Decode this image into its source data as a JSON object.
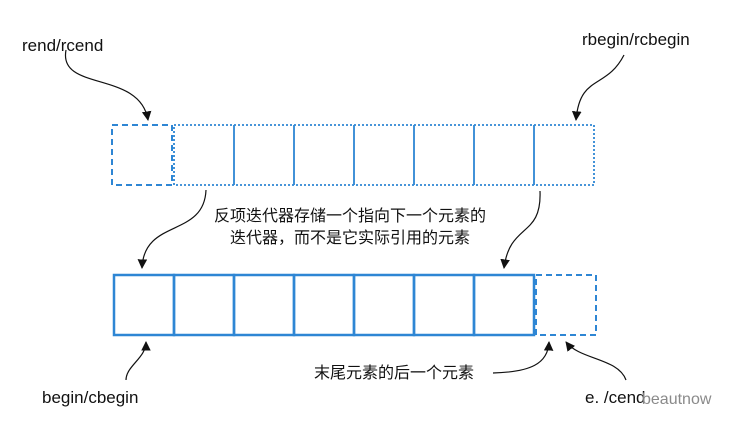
{
  "labels": {
    "rend": "rend/rcend",
    "rbegin": "rbegin/rcbegin",
    "begin": "begin/cbegin",
    "end": "e. /cend"
  },
  "notes": {
    "reverse_iterator_line1": "反项迭代器存储一个指向下一个元素的",
    "reverse_iterator_line2": "迭代器，而不是它实际引用的元素",
    "past_the_end": "末尾元素的后一个元素"
  },
  "watermark": {
    "text": "beautnow"
  },
  "colors": {
    "cell_border": "#2E86D4",
    "text": "#111111",
    "arrow": "#111111",
    "watermark": "#8a8a8a"
  },
  "arrays": {
    "reverse_row": {
      "cells": 8,
      "dashed_cell_indices": [
        0
      ],
      "dotted_cell_indices": [
        1,
        2,
        3,
        4,
        5,
        6,
        7
      ]
    },
    "forward_row": {
      "cells": 8,
      "solid_cell_indices": [
        0,
        1,
        2,
        3,
        4,
        5,
        6
      ],
      "dashed_cell_indices": [
        7
      ]
    }
  }
}
